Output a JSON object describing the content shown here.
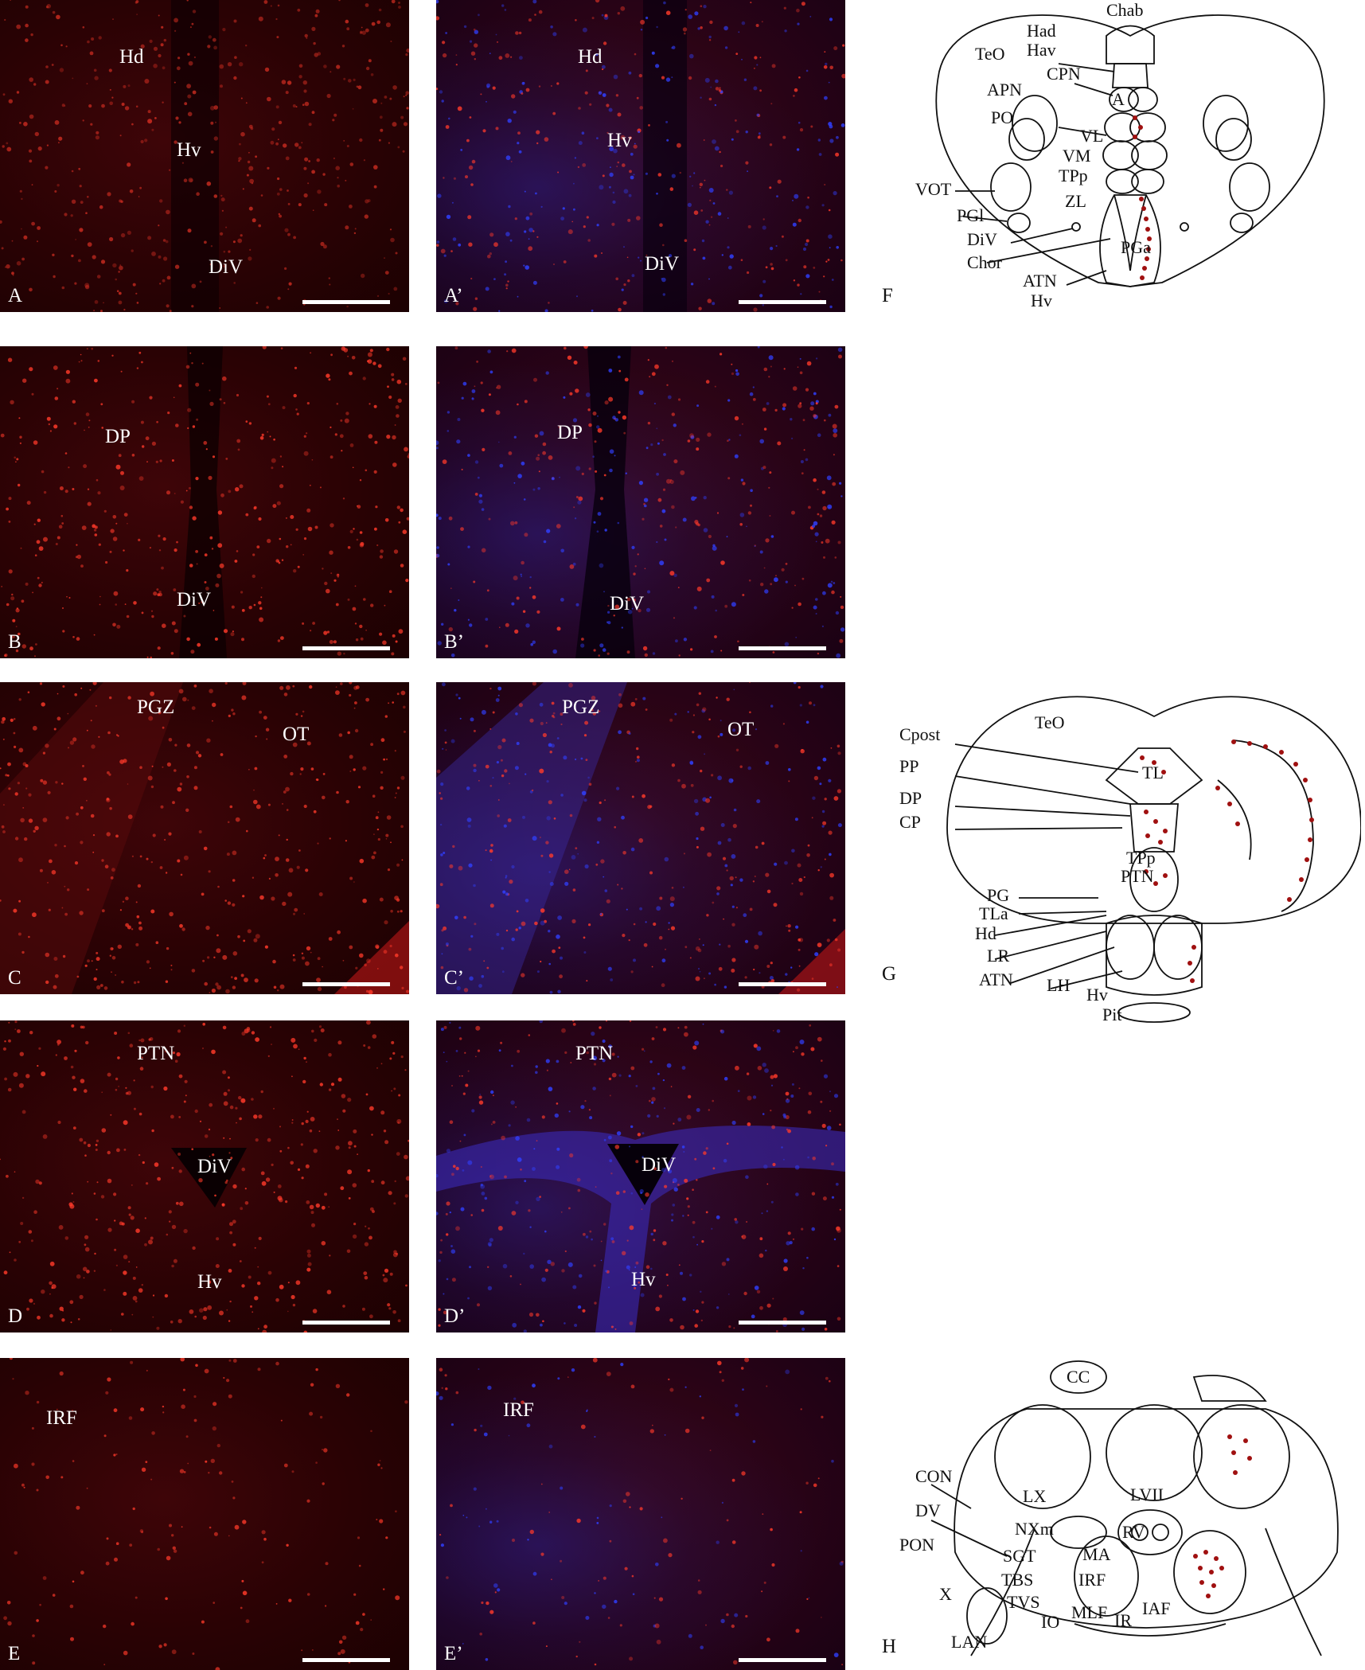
{
  "panels": {
    "A": {
      "letter": "A",
      "labels": [
        "Hd",
        "Hv",
        "DiV"
      ]
    },
    "A2": {
      "letter": "A’",
      "labels": [
        "Hd",
        "Hv",
        "DiV"
      ]
    },
    "B": {
      "letter": "B",
      "labels": [
        "DP",
        "DiV"
      ]
    },
    "B2": {
      "letter": "B’",
      "labels": [
        "DP",
        "DiV"
      ]
    },
    "C": {
      "letter": "C",
      "labels": [
        "PGZ",
        "OT"
      ]
    },
    "C2": {
      "letter": "C’",
      "labels": [
        "PGZ",
        "OT"
      ]
    },
    "D": {
      "letter": "D",
      "labels": [
        "PTN",
        "DiV",
        "Hv"
      ]
    },
    "D2": {
      "letter": "D’",
      "labels": [
        "PTN",
        "DiV",
        "Hv"
      ]
    },
    "E": {
      "letter": "E",
      "labels": [
        "IRF"
      ]
    },
    "E2": {
      "letter": "E’",
      "labels": [
        "IRF"
      ]
    }
  },
  "schematics": {
    "F": {
      "letter": "F",
      "labels": [
        "Chab",
        "Had",
        "TeO",
        "Hav",
        "CPN",
        "APN",
        "A",
        "PO",
        "VL",
        "VM",
        "TPp",
        "VOT",
        "ZL",
        "PGl",
        "PGa",
        "DiV",
        "Chor",
        "ATN",
        "Hv"
      ]
    },
    "G": {
      "letter": "G",
      "labels": [
        "TeO",
        "Cpost",
        "PP",
        "TL",
        "DP",
        "CP",
        "TPp",
        "PTN",
        "PG",
        "TLa",
        "Hd",
        "LR",
        "ATN",
        "LH",
        "Hv",
        "Pit"
      ]
    },
    "H": {
      "letter": "H",
      "labels": [
        "CC",
        "CON",
        "LX",
        "LVII",
        "DV",
        "NXm",
        "RV",
        "PON",
        "SGT",
        "MA",
        "TBS",
        "IRF",
        "TVS",
        "MLF",
        "IR",
        "IAF",
        "X",
        "IO",
        "LAN"
      ]
    }
  },
  "colors": {
    "label_dots": "#a01010",
    "stain_red": "#ff3a2a",
    "stain_blue": "#3040ff"
  }
}
